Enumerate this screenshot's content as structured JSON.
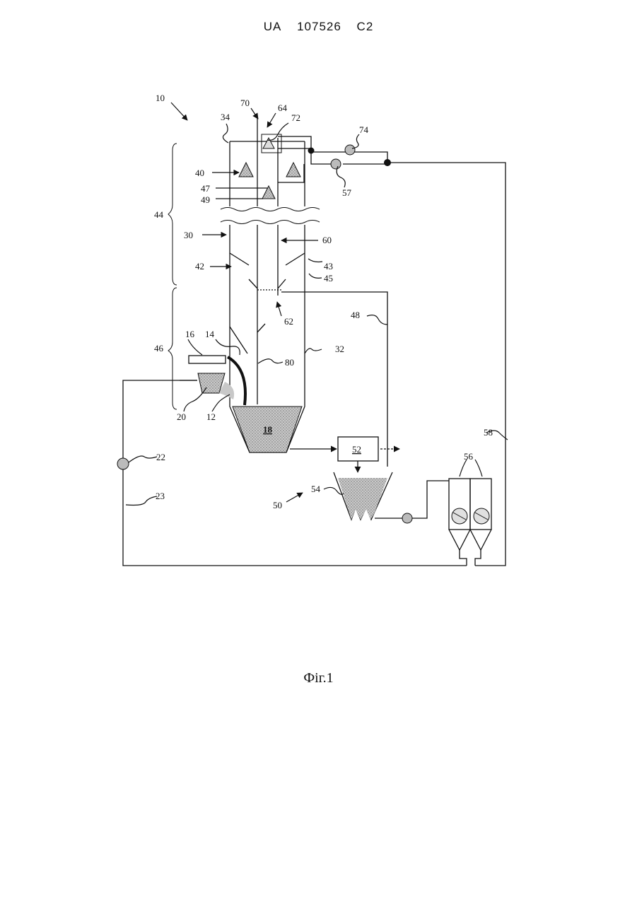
{
  "header": {
    "country": "UA",
    "number": "107526",
    "kind": "C2"
  },
  "caption": "Фіг.1",
  "labels": {
    "l10": "10",
    "l70": "70",
    "l64": "64",
    "l72": "72",
    "l34": "34",
    "l74": "74",
    "l40": "40",
    "l47": "47",
    "l49": "49",
    "l57": "57",
    "l44": "44",
    "l30": "30",
    "l60": "60",
    "l42": "42",
    "l43": "43",
    "l45": "45",
    "l62": "62",
    "l48": "48",
    "l46": "46",
    "l16": "16",
    "l14": "14",
    "l80": "80",
    "l32": "32",
    "l20": "20",
    "l12": "12",
    "l18": "18",
    "l52": "52",
    "l22": "22",
    "l58": "58",
    "l56": "56",
    "l54": "54",
    "l50": "50",
    "l23": "23"
  },
  "colors": {
    "line": "#111111",
    "fill_gray": "#9a9a9a"
  }
}
